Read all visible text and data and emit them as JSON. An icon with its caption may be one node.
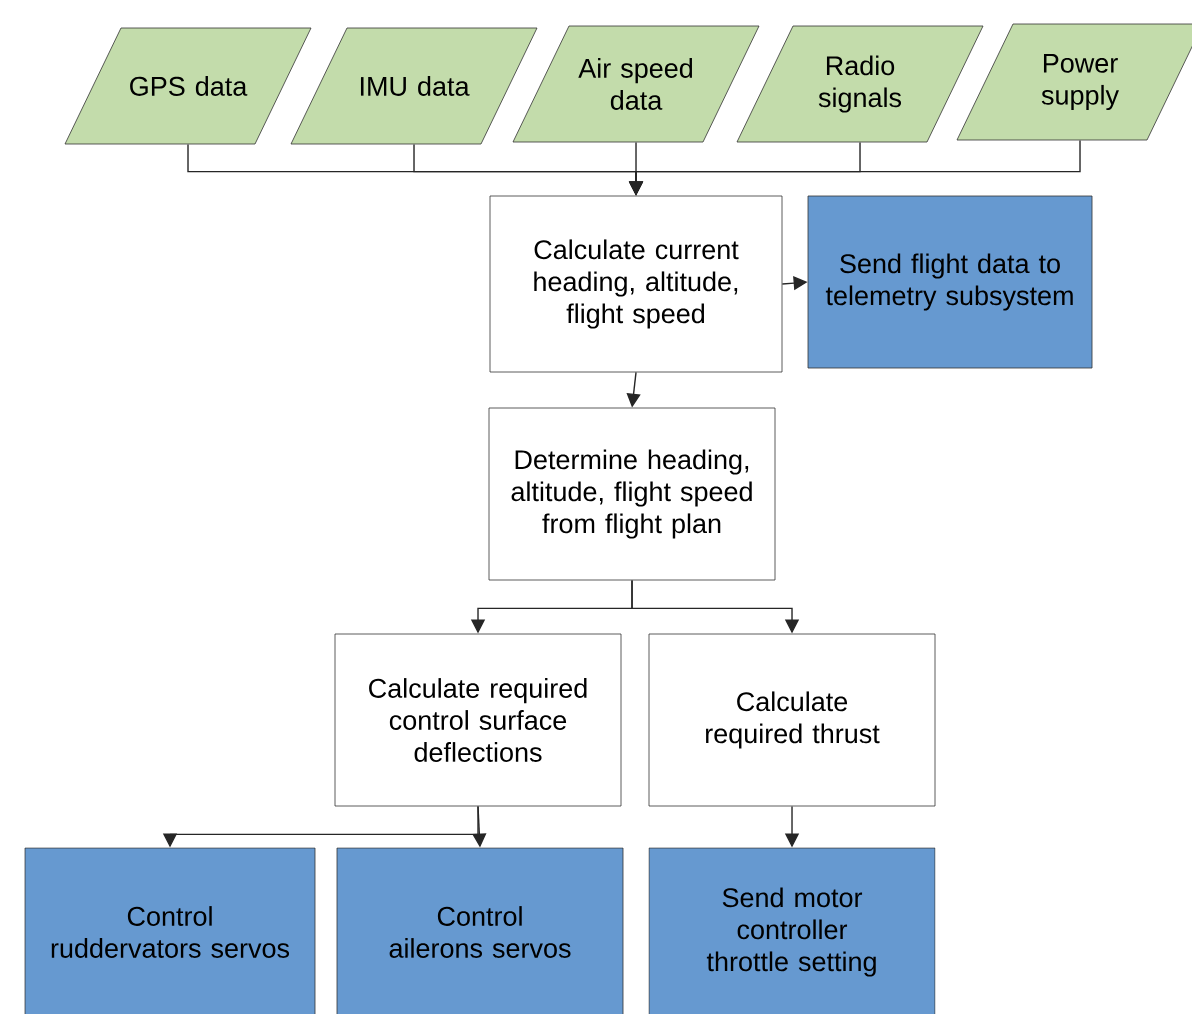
{
  "diagram": {
    "nodes": [
      {
        "text": [
          "GPS data"
        ]
      },
      {
        "text": [
          "IMU data"
        ]
      },
      {
        "text": [
          "Air speed data"
        ]
      },
      {
        "text": [
          "Radio signals"
        ]
      },
      {
        "text": [
          "Power supply"
        ]
      },
      {
        "text": [
          "Calculate current heading, altitude, flight speed"
        ]
      },
      {
        "text": [
          "Send flight data to telemetry subsystem"
        ]
      },
      {
        "text": [
          "Determine heading, altitude, flight speed from flight plan"
        ]
      },
      {
        "text": [
          "Calculate required control surface deflections"
        ]
      },
      {
        "text": [
          "Calculate required thrust"
        ]
      },
      {
        "text": [
          "Control ruddervators servos"
        ]
      },
      {
        "text": [
          "Control ailerons servos"
        ]
      },
      {
        "text": [
          "Send motor controller throttle setting"
        ]
      }
    ],
    "edges": [
      {
        "from": 0,
        "to": 5,
        "arrow": "to"
      },
      {
        "from": 1,
        "to": 5,
        "arrow": "to"
      },
      {
        "from": 2,
        "to": 5,
        "arrow": "to"
      },
      {
        "from": 3,
        "to": 5,
        "arrow": "to"
      },
      {
        "from": 4,
        "to": 5,
        "arrow": "to"
      },
      {
        "from": 5,
        "to": 6,
        "arrow": "to"
      },
      {
        "from": 5,
        "to": 7,
        "arrow": "to"
      },
      {
        "from": 7,
        "to": 8,
        "arrow": "to"
      },
      {
        "from": 7,
        "to": 9,
        "arrow": "to"
      },
      {
        "from": 8,
        "to": 10,
        "arrow": "to"
      },
      {
        "from": 8,
        "to": 11,
        "arrow": "to"
      },
      {
        "from": 9,
        "to": 12,
        "arrow": "to"
      }
    ]
  }
}
